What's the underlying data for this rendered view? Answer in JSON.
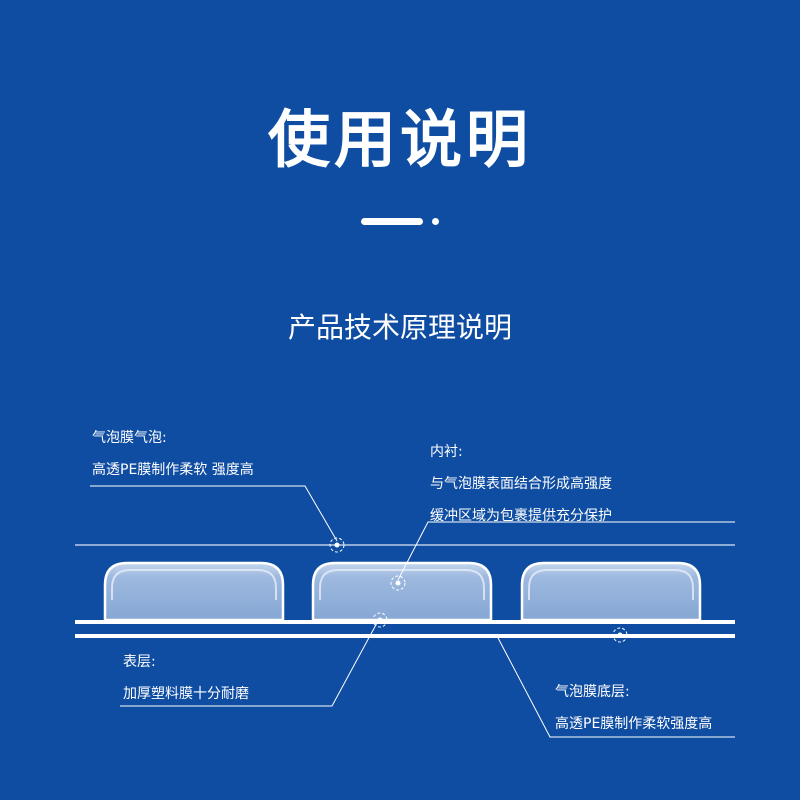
{
  "title": "使用说明",
  "subtitle": "产品技术原理说明",
  "labels": {
    "bubble": {
      "heading": "气泡膜气泡:",
      "desc": "高透PE膜制作柔软 强度高"
    },
    "liner": {
      "heading": "内衬:",
      "desc1": "与气泡膜表面结合形成高强度",
      "desc2": "缓冲区域为包裹提供充分保护"
    },
    "surface": {
      "heading": "表层:",
      "desc": "加厚塑料膜十分耐磨"
    },
    "bottom": {
      "heading": "气泡膜底层:",
      "desc": "高透PE膜制作柔软强度高"
    }
  },
  "colors": {
    "background": "#0f4da2",
    "bubble_fill": "#88a9d6",
    "line": "#ffffff"
  }
}
